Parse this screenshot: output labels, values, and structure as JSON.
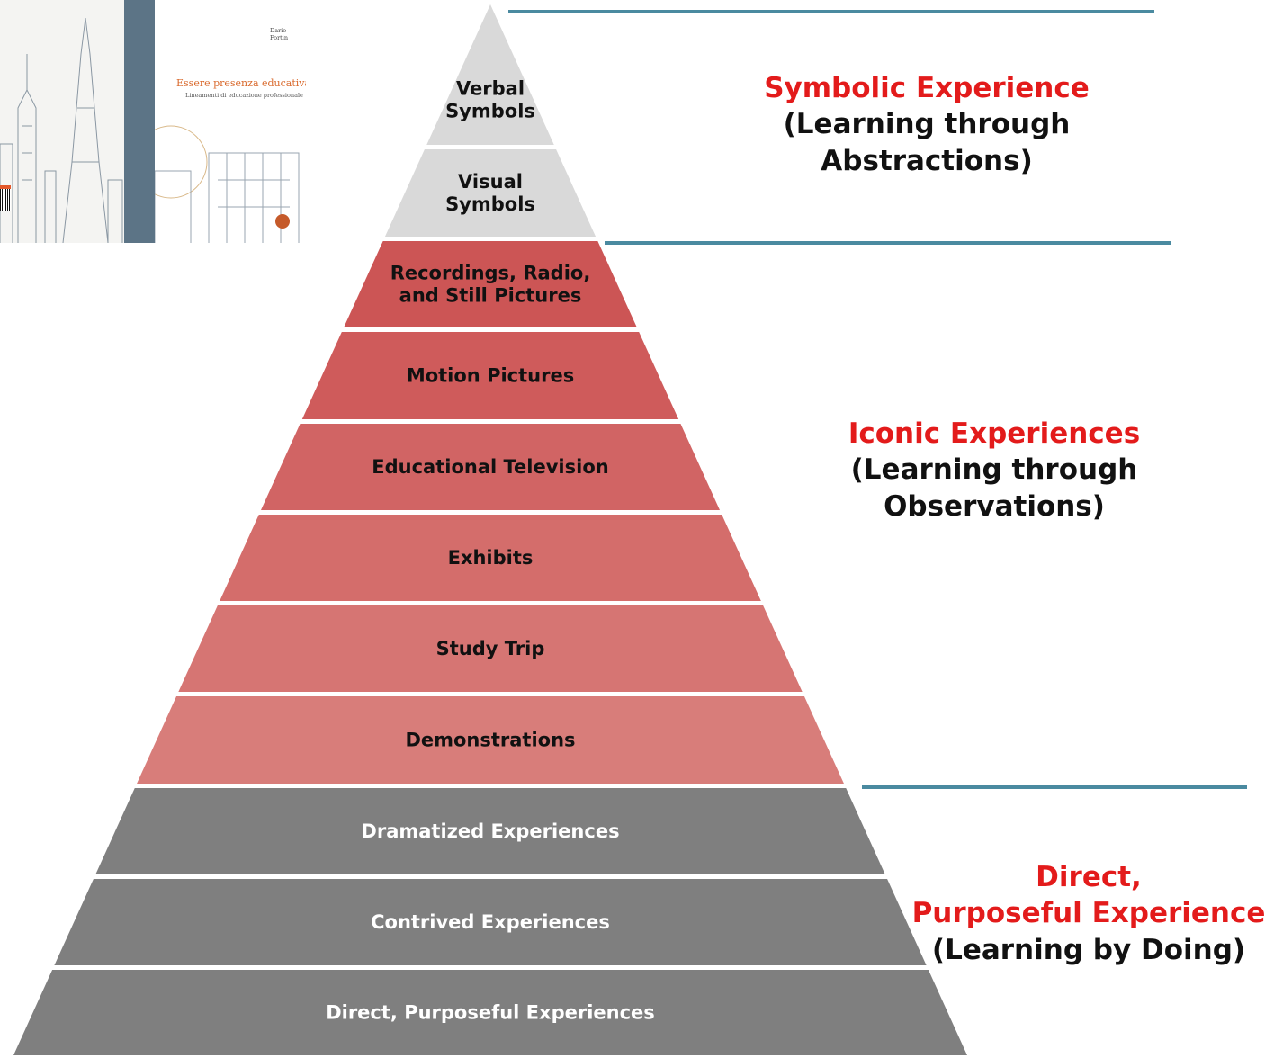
{
  "book_cover": {
    "title": "Essere presenza educativa",
    "subtitle": "Lineamenti di educazione professionale",
    "author": "Dario Fortin"
  },
  "layers": [
    {
      "lines": [
        "Verbal",
        "Symbols"
      ],
      "group": "symbolic",
      "fill": "#d9d9d9",
      "text_color": "#111111"
    },
    {
      "lines": [
        "Visual",
        "Symbols"
      ],
      "group": "symbolic",
      "fill": "#d9d9d9",
      "text_color": "#111111"
    },
    {
      "lines": [
        "Recordings, Radio,",
        "and Still Pictures"
      ],
      "group": "iconic",
      "fill": "#cc5555",
      "text_color": "#111111"
    },
    {
      "lines": [
        "Motion Pictures"
      ],
      "group": "iconic",
      "fill": "#cf5b5b",
      "text_color": "#111111"
    },
    {
      "lines": [
        "Educational Television"
      ],
      "group": "iconic",
      "fill": "#d16464",
      "text_color": "#111111"
    },
    {
      "lines": [
        "Exhibits"
      ],
      "group": "iconic",
      "fill": "#d46d6b",
      "text_color": "#111111"
    },
    {
      "lines": [
        "Study Trip"
      ],
      "group": "iconic",
      "fill": "#d67573",
      "text_color": "#111111"
    },
    {
      "lines": [
        "Demonstrations"
      ],
      "group": "iconic",
      "fill": "#d87d7a",
      "text_color": "#111111"
    },
    {
      "lines": [
        "Dramatized Experiences"
      ],
      "group": "direct",
      "fill": "#7f7f7f",
      "text_color": "#ffffff"
    },
    {
      "lines": [
        "Contrived Experiences"
      ],
      "group": "direct",
      "fill": "#7f7f7f",
      "text_color": "#ffffff"
    },
    {
      "lines": [
        "Direct, Purposeful Experiences"
      ],
      "group": "direct",
      "fill": "#7f7f7f",
      "text_color": "#ffffff"
    }
  ],
  "sections": {
    "symbolic": {
      "heading": "Symbolic Experience",
      "lines": [
        "(Learning through",
        "Abstractions)"
      ]
    },
    "iconic": {
      "heading": "Iconic Experiences",
      "lines": [
        "(Learning through",
        "Observations)"
      ]
    },
    "direct": {
      "heading_lines": [
        "Direct,",
        "Purposeful Experience"
      ],
      "lines": [
        "(Learning by Doing)"
      ]
    }
  },
  "colors": {
    "divider": "#4a8aa0",
    "heading": "#e31b1b"
  }
}
